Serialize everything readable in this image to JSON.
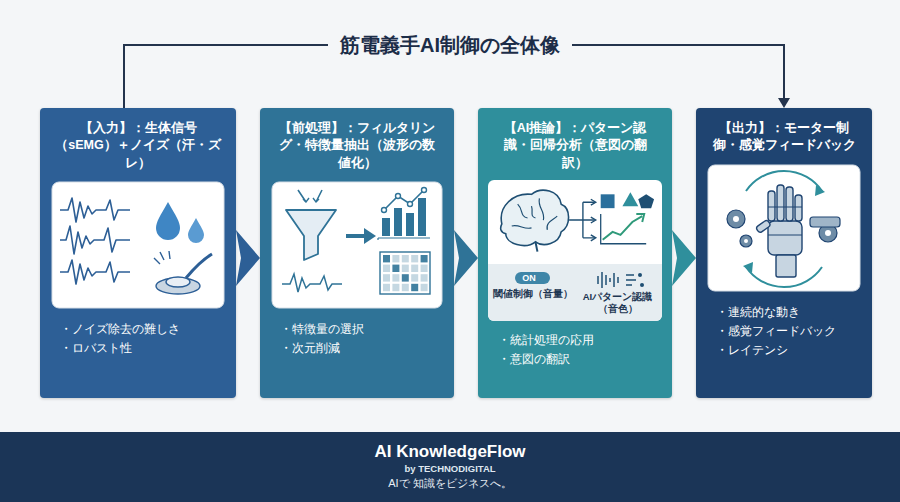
{
  "diagram": {
    "title": "筋電義手AI制御の全体像",
    "nodes": [
      {
        "text": [
          "【入力】：生体信号（sEMG）＋ノイズ（汗・ズレ）",
          "・ノイズ除去の難しさ",
          "・ロバスト性"
        ]
      },
      {
        "text": [
          "【前処理】：フィルタリング・特徴量抽出（波形の数値化）",
          "・特徴量の選択",
          "・次元削減"
        ]
      },
      {
        "text": [
          "【AI推論】：パターン認識・回帰分析（意図の翻訳）",
          "・統計処理の応用",
          "・意図の翻訳"
        ]
      },
      {
        "text": [
          "ON",
          "閾値制御（音量）",
          "AIパターン認識（音色）"
        ],
        "in": 2
      },
      {
        "text": [
          "【出力】：モーター制御・感覚フィードバック",
          "・連続的な動き",
          "・感覚フィードバック",
          "・レイテンシ"
        ]
      },
      {
        "text": [
          "AI KnowledgeFlow",
          "by TECHNODIGITAL",
          "AIで 知識をビジネスへ。"
        ]
      }
    ],
    "edges": [
      {
        "from": 0,
        "to": 1,
        "arrow": "to"
      },
      {
        "from": 1,
        "to": 2,
        "arrow": "to"
      },
      {
        "from": 2,
        "to": 4,
        "arrow": "to"
      },
      {
        "from": 0,
        "to": 4,
        "arrow": "to"
      }
    ]
  }
}
